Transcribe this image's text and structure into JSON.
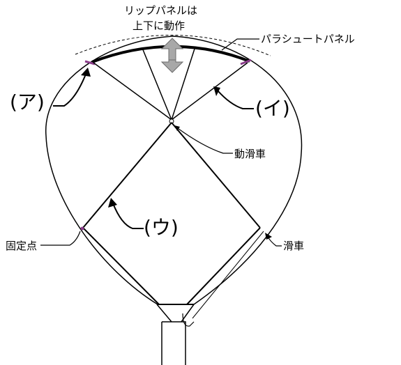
{
  "diagram": {
    "top_note_line1": "リップパネルは",
    "top_note_line2": "上下に動作",
    "label_parachute_panel": "パラシュートパネル",
    "label_a": "(ア)",
    "label_i": "(イ)",
    "label_u": "(ウ)",
    "label_moving_pulley": "動滑車",
    "label_fixed_point": "固定点",
    "label_pulley": "滑車"
  },
  "colors": {
    "line": "#000000",
    "arrow": "#a8a8a8",
    "accent": "#8a3c8a"
  }
}
